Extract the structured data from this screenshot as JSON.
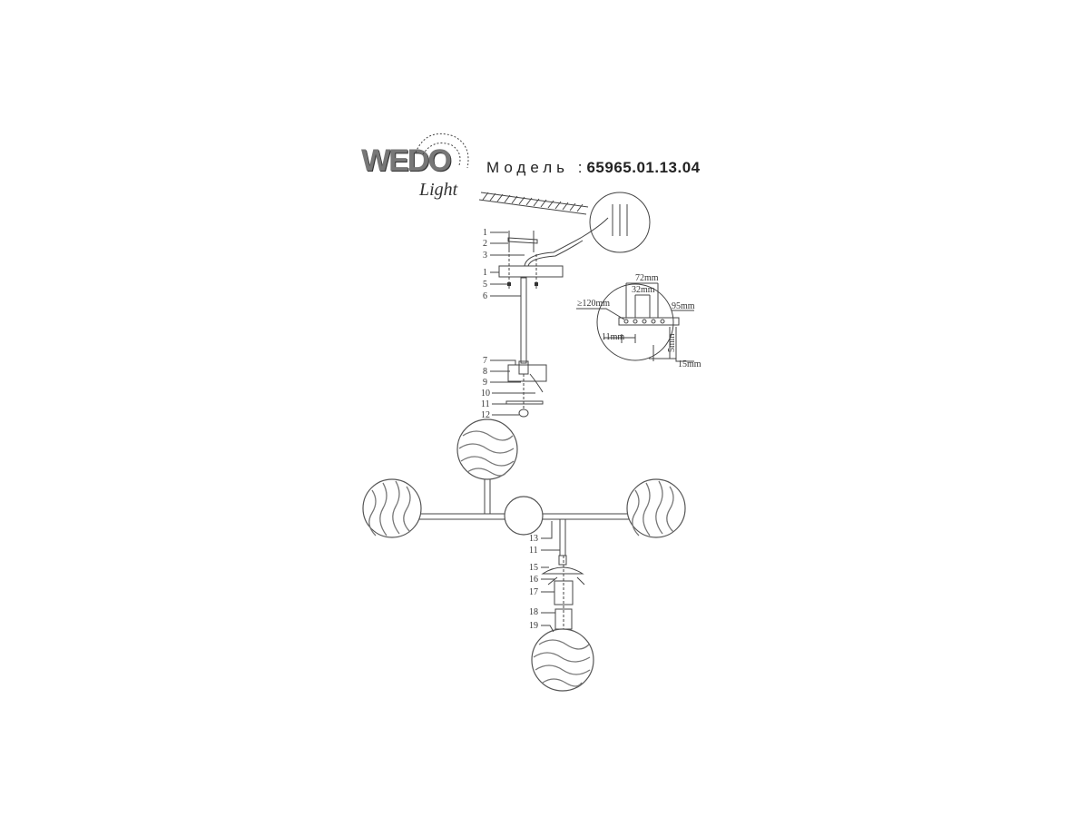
{
  "header": {
    "brand_logo": "WEDO Light",
    "model_label": "Модель :",
    "model_number": "65965.01.13.04"
  },
  "mount_callouts": [
    "1",
    "2",
    "3",
    "1",
    "5",
    "6",
    "7",
    "8",
    "9",
    "10",
    "11",
    "12"
  ],
  "fixture_callouts": [
    "13",
    "11",
    "15",
    "16",
    "17",
    "18",
    "19"
  ],
  "dimensions": {
    "width_outer": "72mm",
    "width_inner": "32mm",
    "diameter": "≥120mm",
    "height": "95mm",
    "slot": "11mm",
    "depth": "5mm",
    "offset": "15mm"
  }
}
